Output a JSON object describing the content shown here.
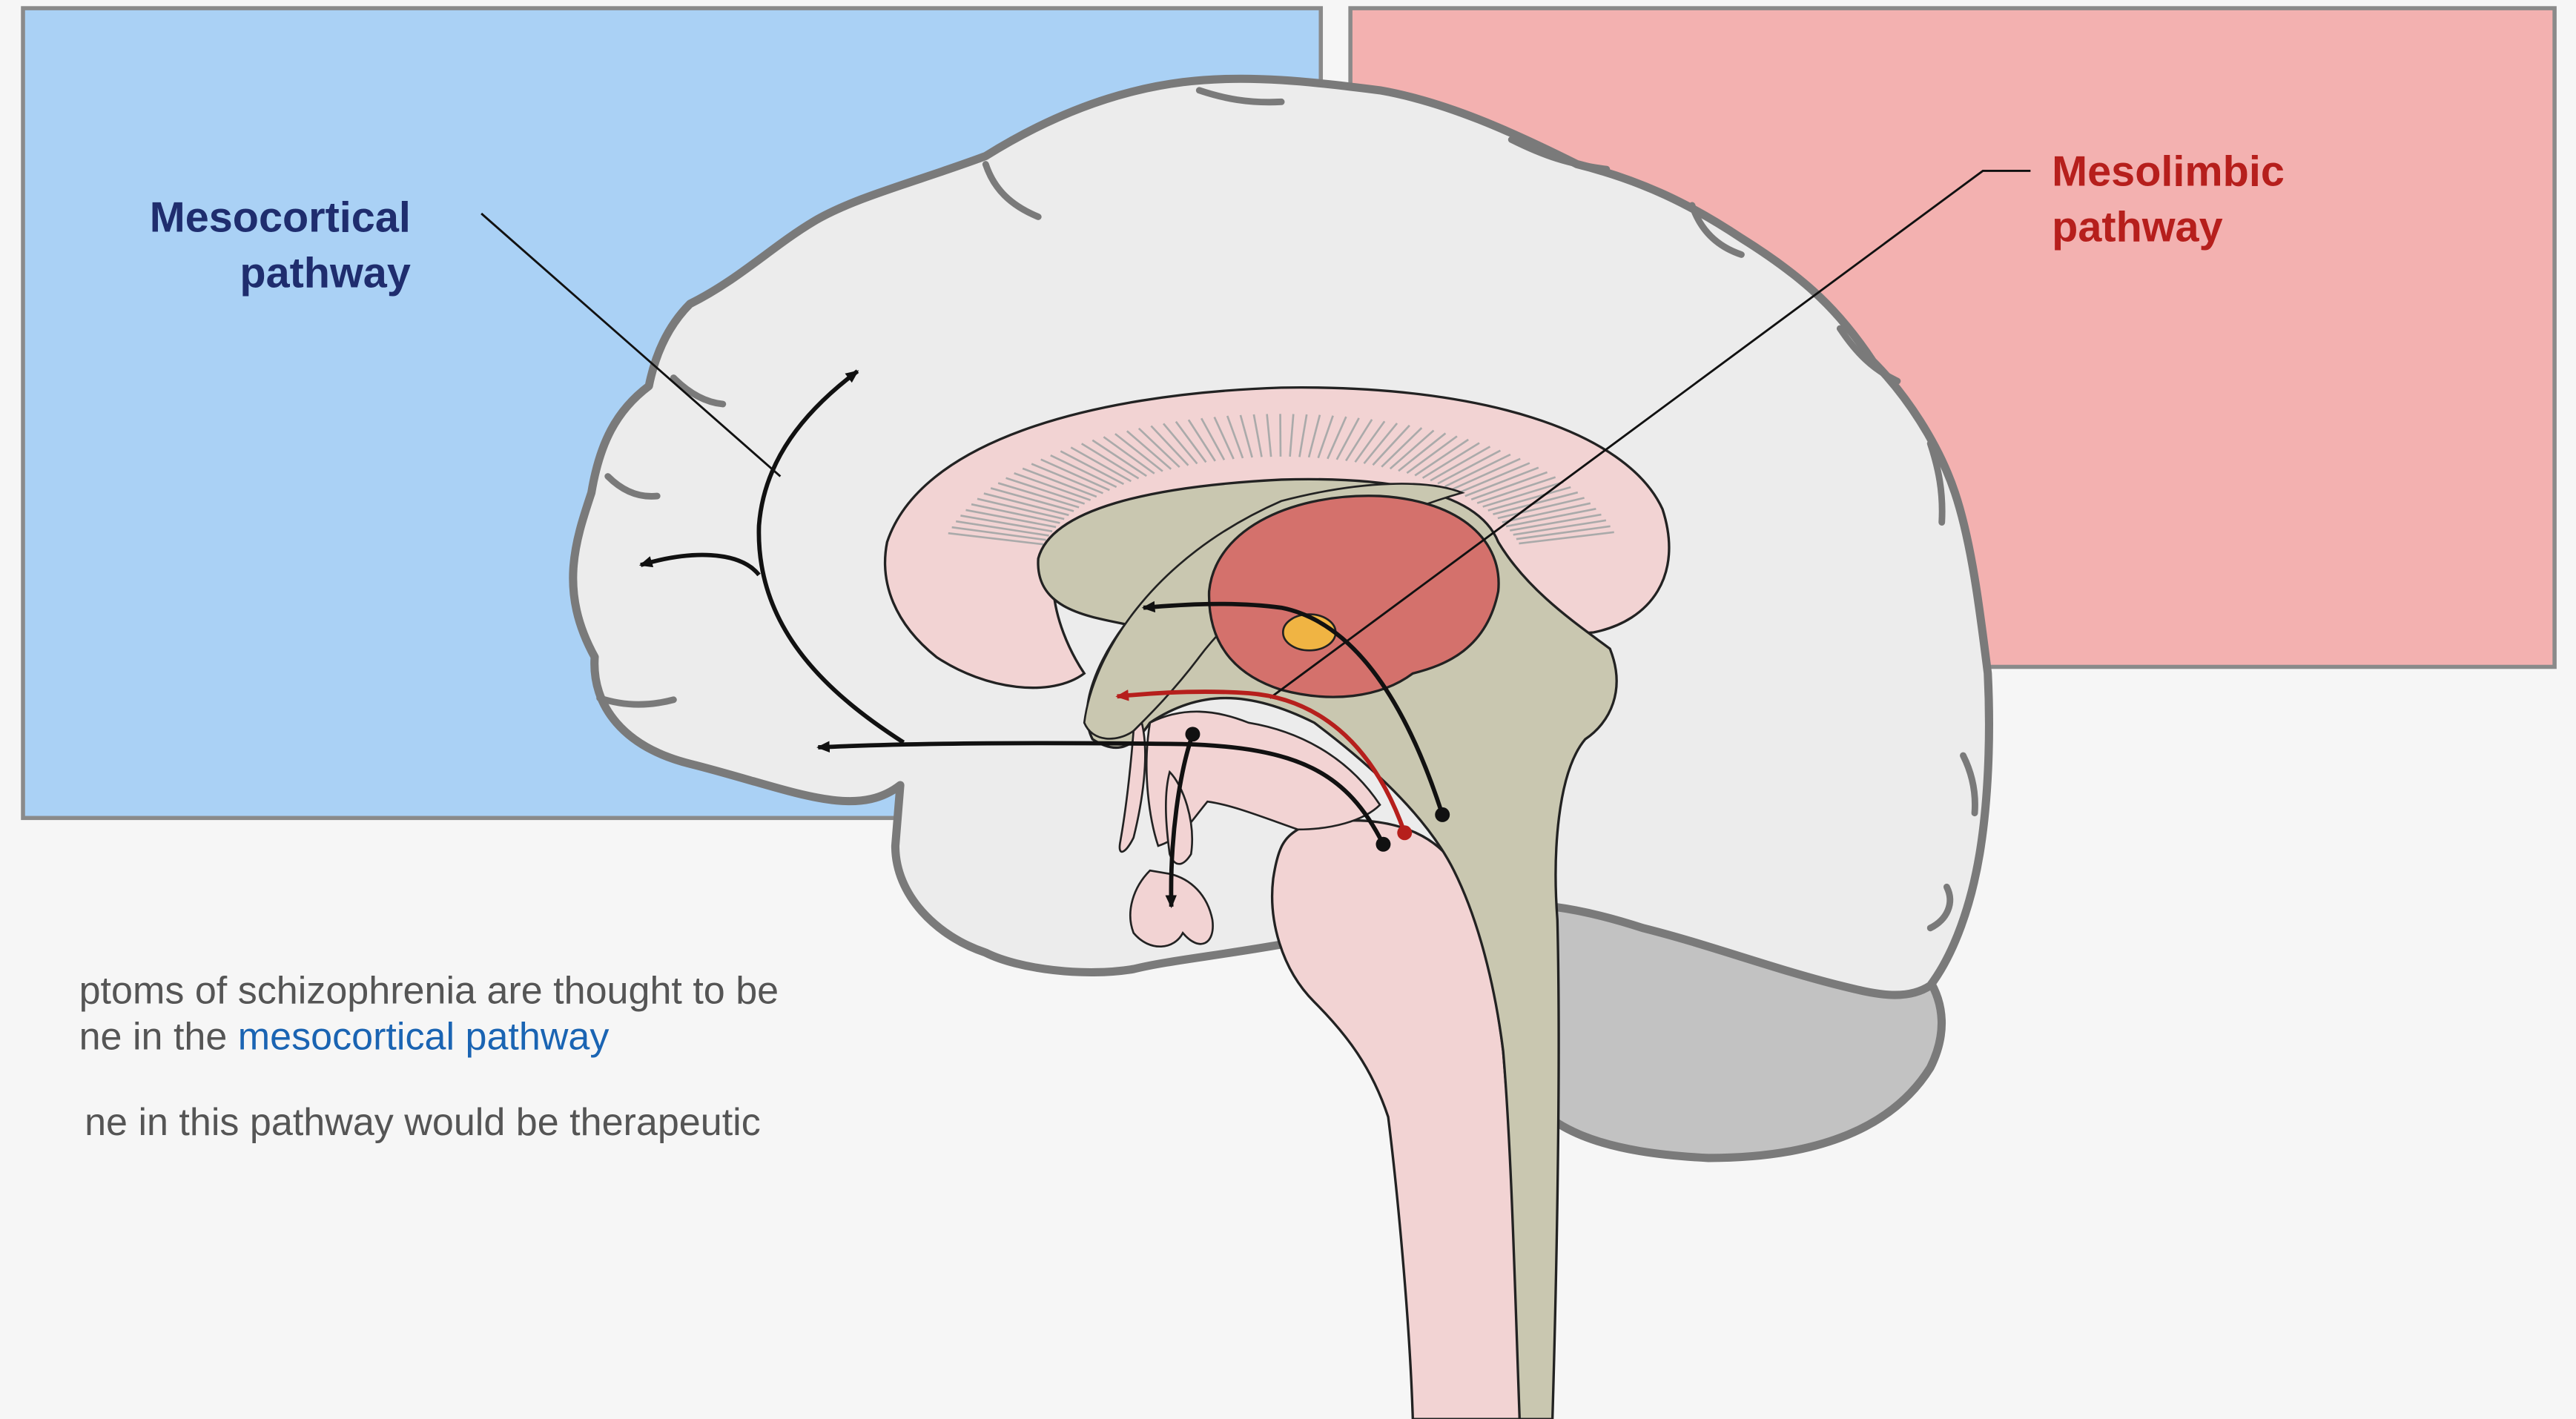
{
  "labels": {
    "mesocortical": {
      "line1": "Mesocortical",
      "line2": "pathway",
      "color": "#1f2d6e"
    },
    "mesolimbic": {
      "line1": "Mesolimbic",
      "line2": "pathway",
      "color": "#b61f1c"
    }
  },
  "panels": {
    "left_color": "#aad1f5",
    "right_color": "#f3b1b0"
  },
  "text": {
    "line1": "ptoms of schizophrenia are thought to be",
    "line2_prefix": "ne in the ",
    "line2_link": "mesocortical pathway",
    "line3": "ne in this pathway would be therapeutic"
  },
  "colors": {
    "background": "#f6f6f6",
    "brain_fill": "#ececec",
    "brain_outline": "#7a7a7a",
    "cerebellum": "#c2c2c2",
    "corpus_callosum": "#f2d3d3",
    "olive_region": "#c9c7b0",
    "thalamus": "#d4716c",
    "nucleus": "#f0b443",
    "brainstem": "#f2d3d3",
    "mesocortical_arrow": "#111111",
    "mesolimbic_arrow": "#b61f1c"
  },
  "icons": [
    "mesocortical-arrow",
    "mesolimbic-arrow",
    "nigrostriatal-arrow",
    "tuberoinfundibular-arrow"
  ]
}
